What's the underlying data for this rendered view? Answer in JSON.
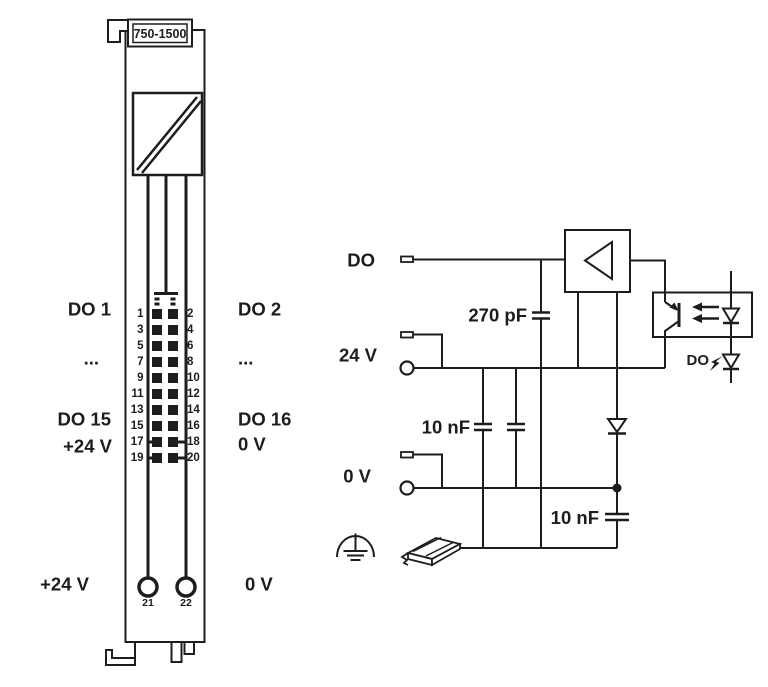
{
  "module": {
    "part_number": "750-1500",
    "left_column": {
      "top": "DO 1",
      "ellipsis": "...",
      "mid": "DO 15",
      "supply": "+24 V",
      "bottom": "+24 V"
    },
    "right_column": {
      "top": "DO 2",
      "ellipsis": "...",
      "mid": "DO 16",
      "supply": "0 V",
      "bottom": "0 V"
    },
    "pin_numbers_left": [
      "1",
      "3",
      "5",
      "7",
      "9",
      "11",
      "13",
      "15",
      "17",
      "19"
    ],
    "pin_numbers_right": [
      "2",
      "4",
      "6",
      "8",
      "10",
      "12",
      "14",
      "16",
      "18",
      "20"
    ],
    "terminal_numbers": [
      "21",
      "22"
    ]
  },
  "schematic": {
    "input_label": "DO",
    "supply_label": "24 V",
    "ground_label": "0 V",
    "cap_input": "270 pF",
    "cap_supply": "10 nF",
    "cap_output": "10 nF",
    "status_led_label": "DO"
  },
  "colors": {
    "line": "#1d1d1b",
    "background": "#ffffff"
  }
}
